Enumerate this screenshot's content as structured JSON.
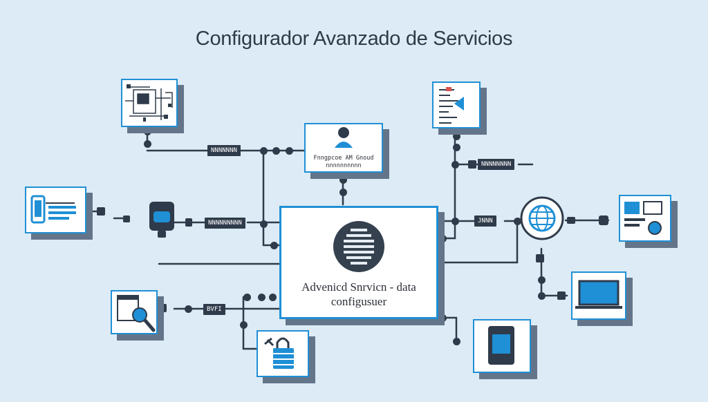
{
  "title": "Configurador Avanzado de Servicios",
  "center": {
    "label_line1": "Advenicd Snrvicn - data",
    "label_line2": "configusuer"
  },
  "user_card": {
    "label_line1": "Fnngpcoe AM Gnoud",
    "label_line2": "nnnnnnnnnn"
  },
  "tags": {
    "top_left": "NNNNNNN",
    "mid_left": "NNNNNNNNN",
    "bottom_left": "BVFI",
    "top_right": "NNNNNNNN",
    "mid_right": "JNNN"
  },
  "colors": {
    "accent": "#1f8fd6",
    "dark": "#2f3b4a",
    "background": "#dcebf5"
  }
}
